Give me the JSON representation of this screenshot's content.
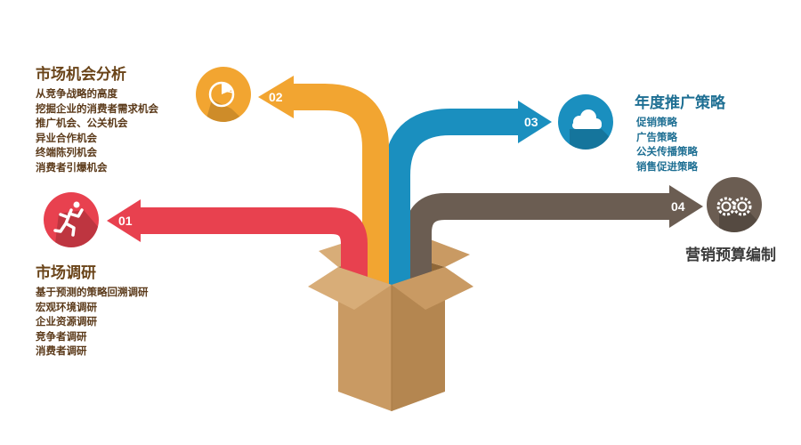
{
  "steps": [
    {
      "number": "01",
      "title": "市场调研",
      "items": [
        "基于预测的策略回溯调研",
        "宏观环境调研",
        "企业资源调研",
        "竞争者调研",
        "消费者调研"
      ],
      "color": "#e8414f",
      "icon": "running-man-icon"
    },
    {
      "number": "02",
      "title": "市场机会分析",
      "items": [
        "从竞争战略的高度",
        "挖掘企业的消费者需求机会",
        "推广机会、公关机会",
        "异业合作机会",
        "终端陈列机会",
        "消费者引爆机会"
      ],
      "color": "#f2a531",
      "icon": "pie-chart-icon"
    },
    {
      "number": "03",
      "title": "年度推广策略",
      "items": [
        "促销策略",
        "广告策略",
        "公关传播策略",
        "销售促进策略"
      ],
      "color": "#1a8fbf",
      "icon": "cloud-icon"
    },
    {
      "number": "04",
      "title": "营销预算编制",
      "items": [],
      "color": "#6b5d52",
      "icon": "gears-icon"
    }
  ],
  "box_colors": {
    "front": "#c99a63",
    "side": "#b48650",
    "inside": "#8f6738",
    "flap": "#d8ad78"
  }
}
